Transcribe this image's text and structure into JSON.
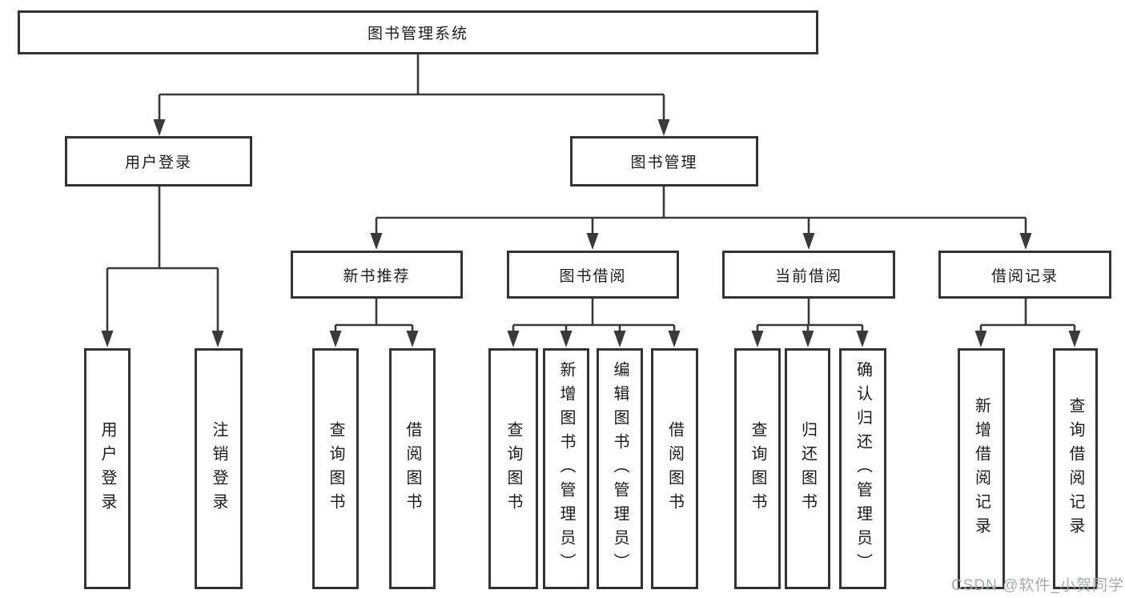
{
  "diagram_title": "图书管理系统",
  "tree": {
    "label": "图书管理系统",
    "children": [
      {
        "label": "用户登录",
        "children": [
          {
            "label": "用户登录"
          },
          {
            "label": "注销登录"
          }
        ]
      },
      {
        "label": "图书管理",
        "children": [
          {
            "label": "新书推荐",
            "children": [
              {
                "label": "查询图书"
              },
              {
                "label": "借阅图书"
              }
            ]
          },
          {
            "label": "图书借阅",
            "children": [
              {
                "label": "查询图书"
              },
              {
                "label": "新增图书（管理员）"
              },
              {
                "label": "编辑图书（管理员）"
              },
              {
                "label": "借阅图书"
              }
            ]
          },
          {
            "label": "当前借阅",
            "children": [
              {
                "label": "查询图书"
              },
              {
                "label": "归还图书"
              },
              {
                "label": "确认归还（管理员）"
              }
            ]
          },
          {
            "label": "借阅记录",
            "children": [
              {
                "label": "新增借阅记录"
              },
              {
                "label": "查询借阅记录"
              }
            ]
          }
        ]
      }
    ]
  },
  "watermark": "CSDN @软件_小贺同学",
  "colors": {
    "line": "#3a3a3a",
    "box_border": "#333333",
    "text": "#1b1b1b",
    "watermark": "#a6abb2",
    "background": "#ffffff"
  }
}
